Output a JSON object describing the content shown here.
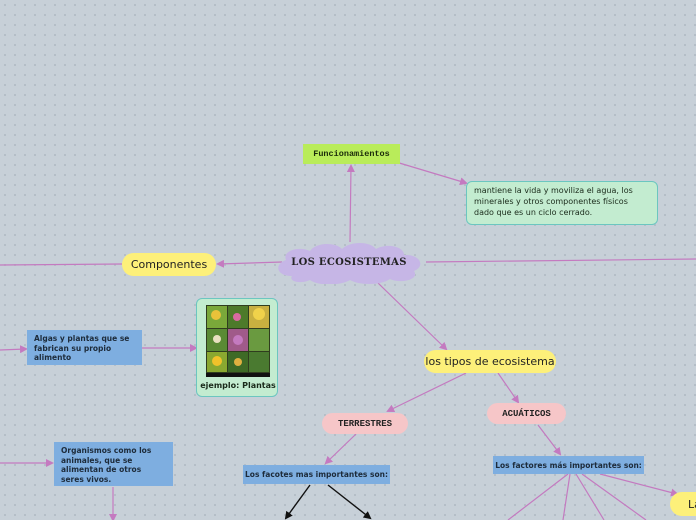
{
  "central": {
    "label": "LOS ECOSISTEMAS"
  },
  "nodes": {
    "funcionamientos": "Funcionamientos",
    "funcionamientos_desc": "mantiene la vida y moviliza el agua, los minerales y otros componentes físicos dado que es un ciclo cerrado.",
    "componentes": "Componentes",
    "algas": "Algas y plantas que se fabrican su propio alimento",
    "ejemplo_plantas": "ejemplo: Plantas",
    "organismos": "Organismos como los animales, que se alimentan de otros seres vivos.",
    "tipos": "los tipos de ecosistema",
    "terrestres": "TERRESTRES",
    "acuaticos": "ACUÁTICOS",
    "factores_terrestres": "Los facotes mas importantes son:",
    "factores_acuaticos": "Los factores más importantes son:",
    "cut_off": "La"
  },
  "colors": {
    "connector": "#c47ac0",
    "yellow": "#fdf07a",
    "pink": "#f6c6c8",
    "blue": "#7eaee0",
    "green_tag": "#b9ec5a",
    "green_note": "#c3ecd0",
    "cloud": "#c6b6e6"
  }
}
